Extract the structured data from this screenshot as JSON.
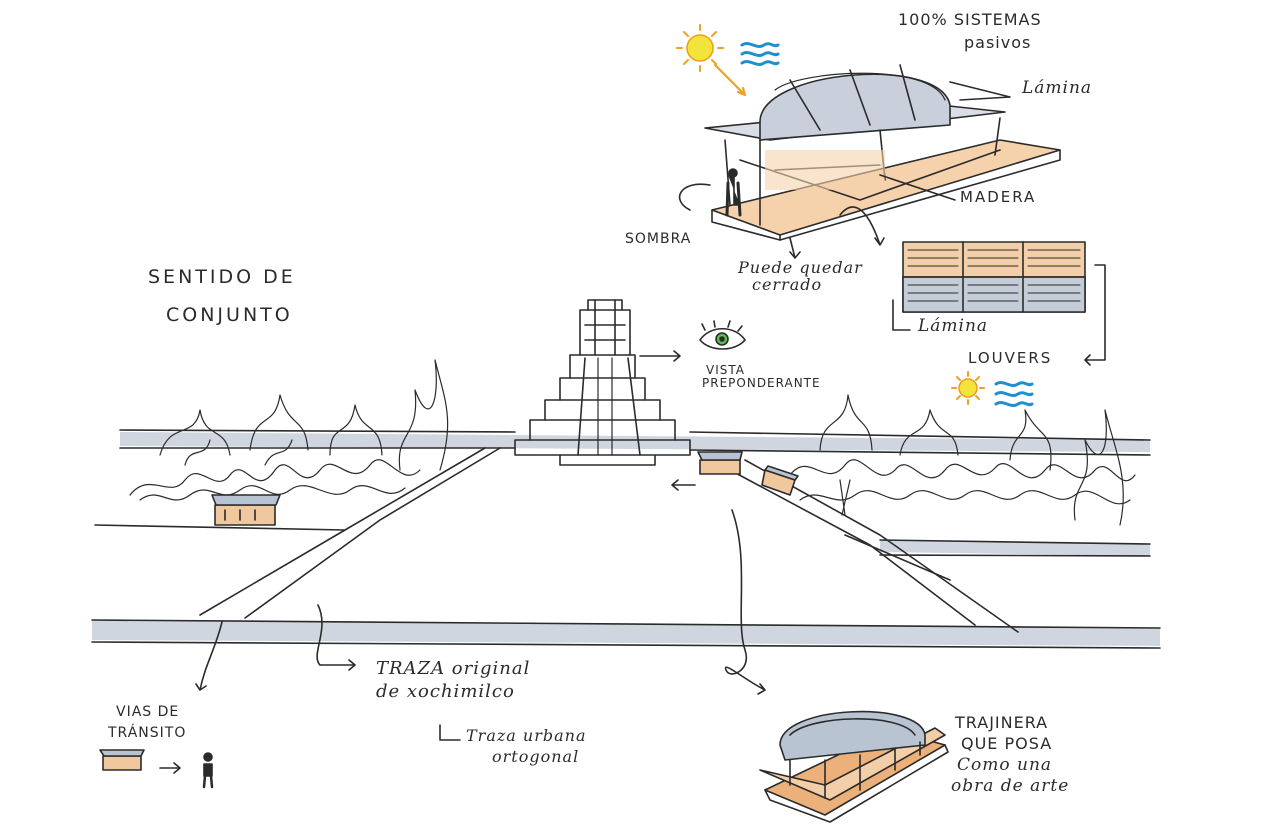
{
  "annotations": {
    "pasivos_line1": "100% SISTEMAS",
    "pasivos_line2": "pasivos",
    "lamina_top": "Lámina",
    "madera": "MADERA",
    "sombra": "SOMBRA",
    "cerrado_line1": "Puede quedar",
    "cerrado_line2": "cerrado",
    "lamina_louvers": "Lámina",
    "louvers": "LOUVERS",
    "sentido_line1": "SENTIDO DE",
    "sentido_line2": "CONJUNTO",
    "vista_line1": "VISTA",
    "vista_line2": "PREPONDERANTE",
    "traza_line1": "TRAZA original",
    "traza_line2": "de xochimilco",
    "urbana_line1": "Traza urbana",
    "urbana_line2": "ortogonal",
    "vias_line1": "VIAS DE",
    "vias_line2": "TRÁNSITO",
    "trajinera_line1": "TRAJINERA",
    "trajinera_line2": "QUE POSA",
    "trajinera_line3": "Como una",
    "trajinera_line4": "obra de arte"
  },
  "colors": {
    "ink": "#2b2b2b",
    "water_blue": "#b9c4d3",
    "sun_yellow": "#f2e43a",
    "sun_orange": "#f0a020",
    "wave_blue": "#1f8fd0",
    "wood_orange": "#e9a56a",
    "eye_green": "#57c24a"
  }
}
